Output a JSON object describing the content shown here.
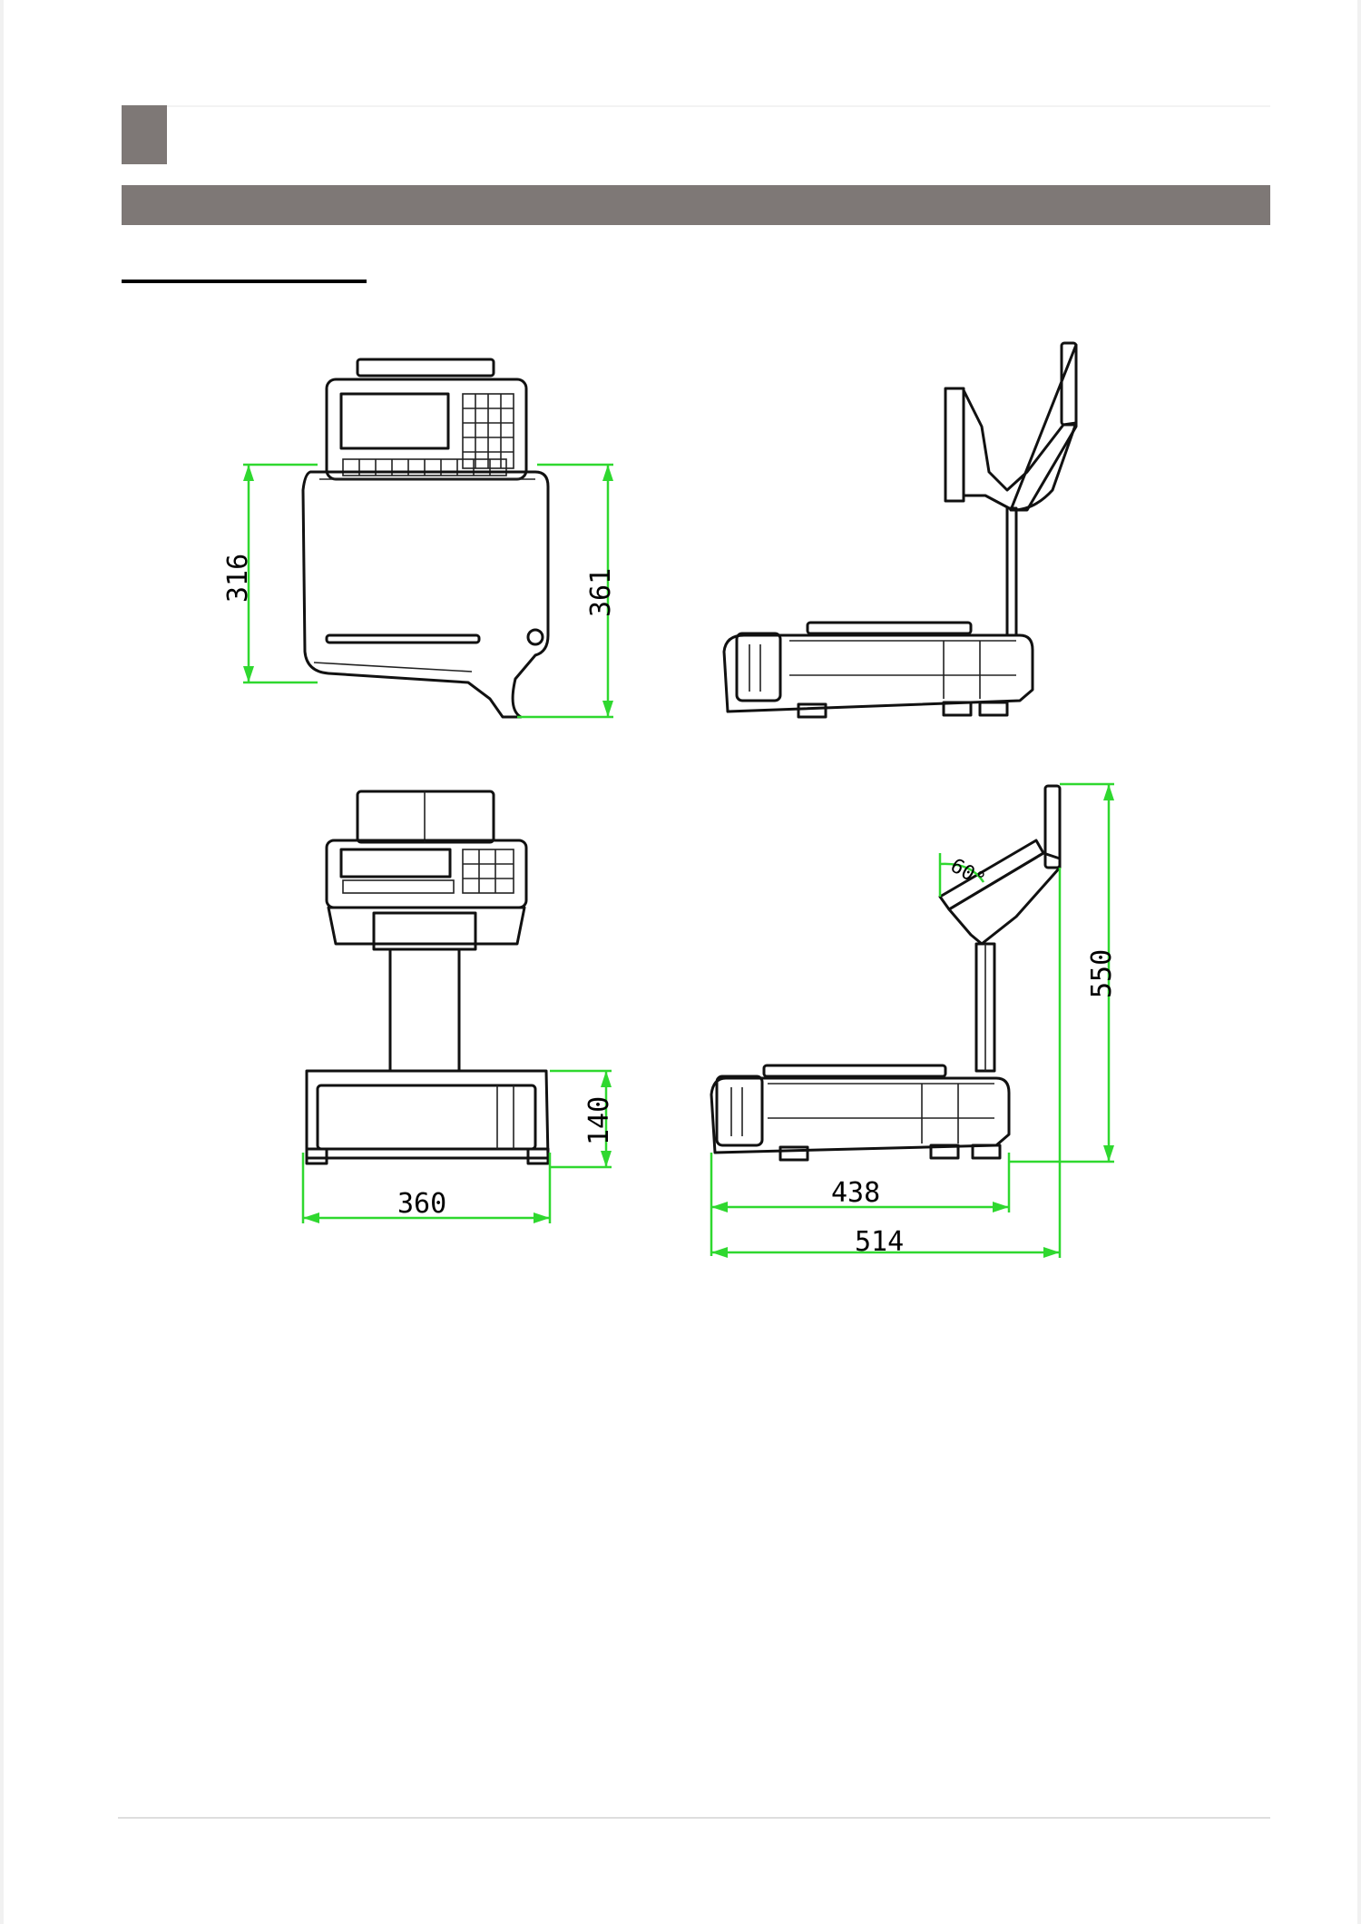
{
  "colors": {
    "header_gray": "#7e7876",
    "dimension_green": "#2fd82f",
    "line": "#111111"
  },
  "dimensions": {
    "top_depth_platform": "316",
    "top_depth_overall": "361",
    "front_width": "360",
    "front_height": "140",
    "side_angle": "60°",
    "side_height": "550",
    "side_depth_base": "438",
    "side_depth_overall": "514"
  }
}
